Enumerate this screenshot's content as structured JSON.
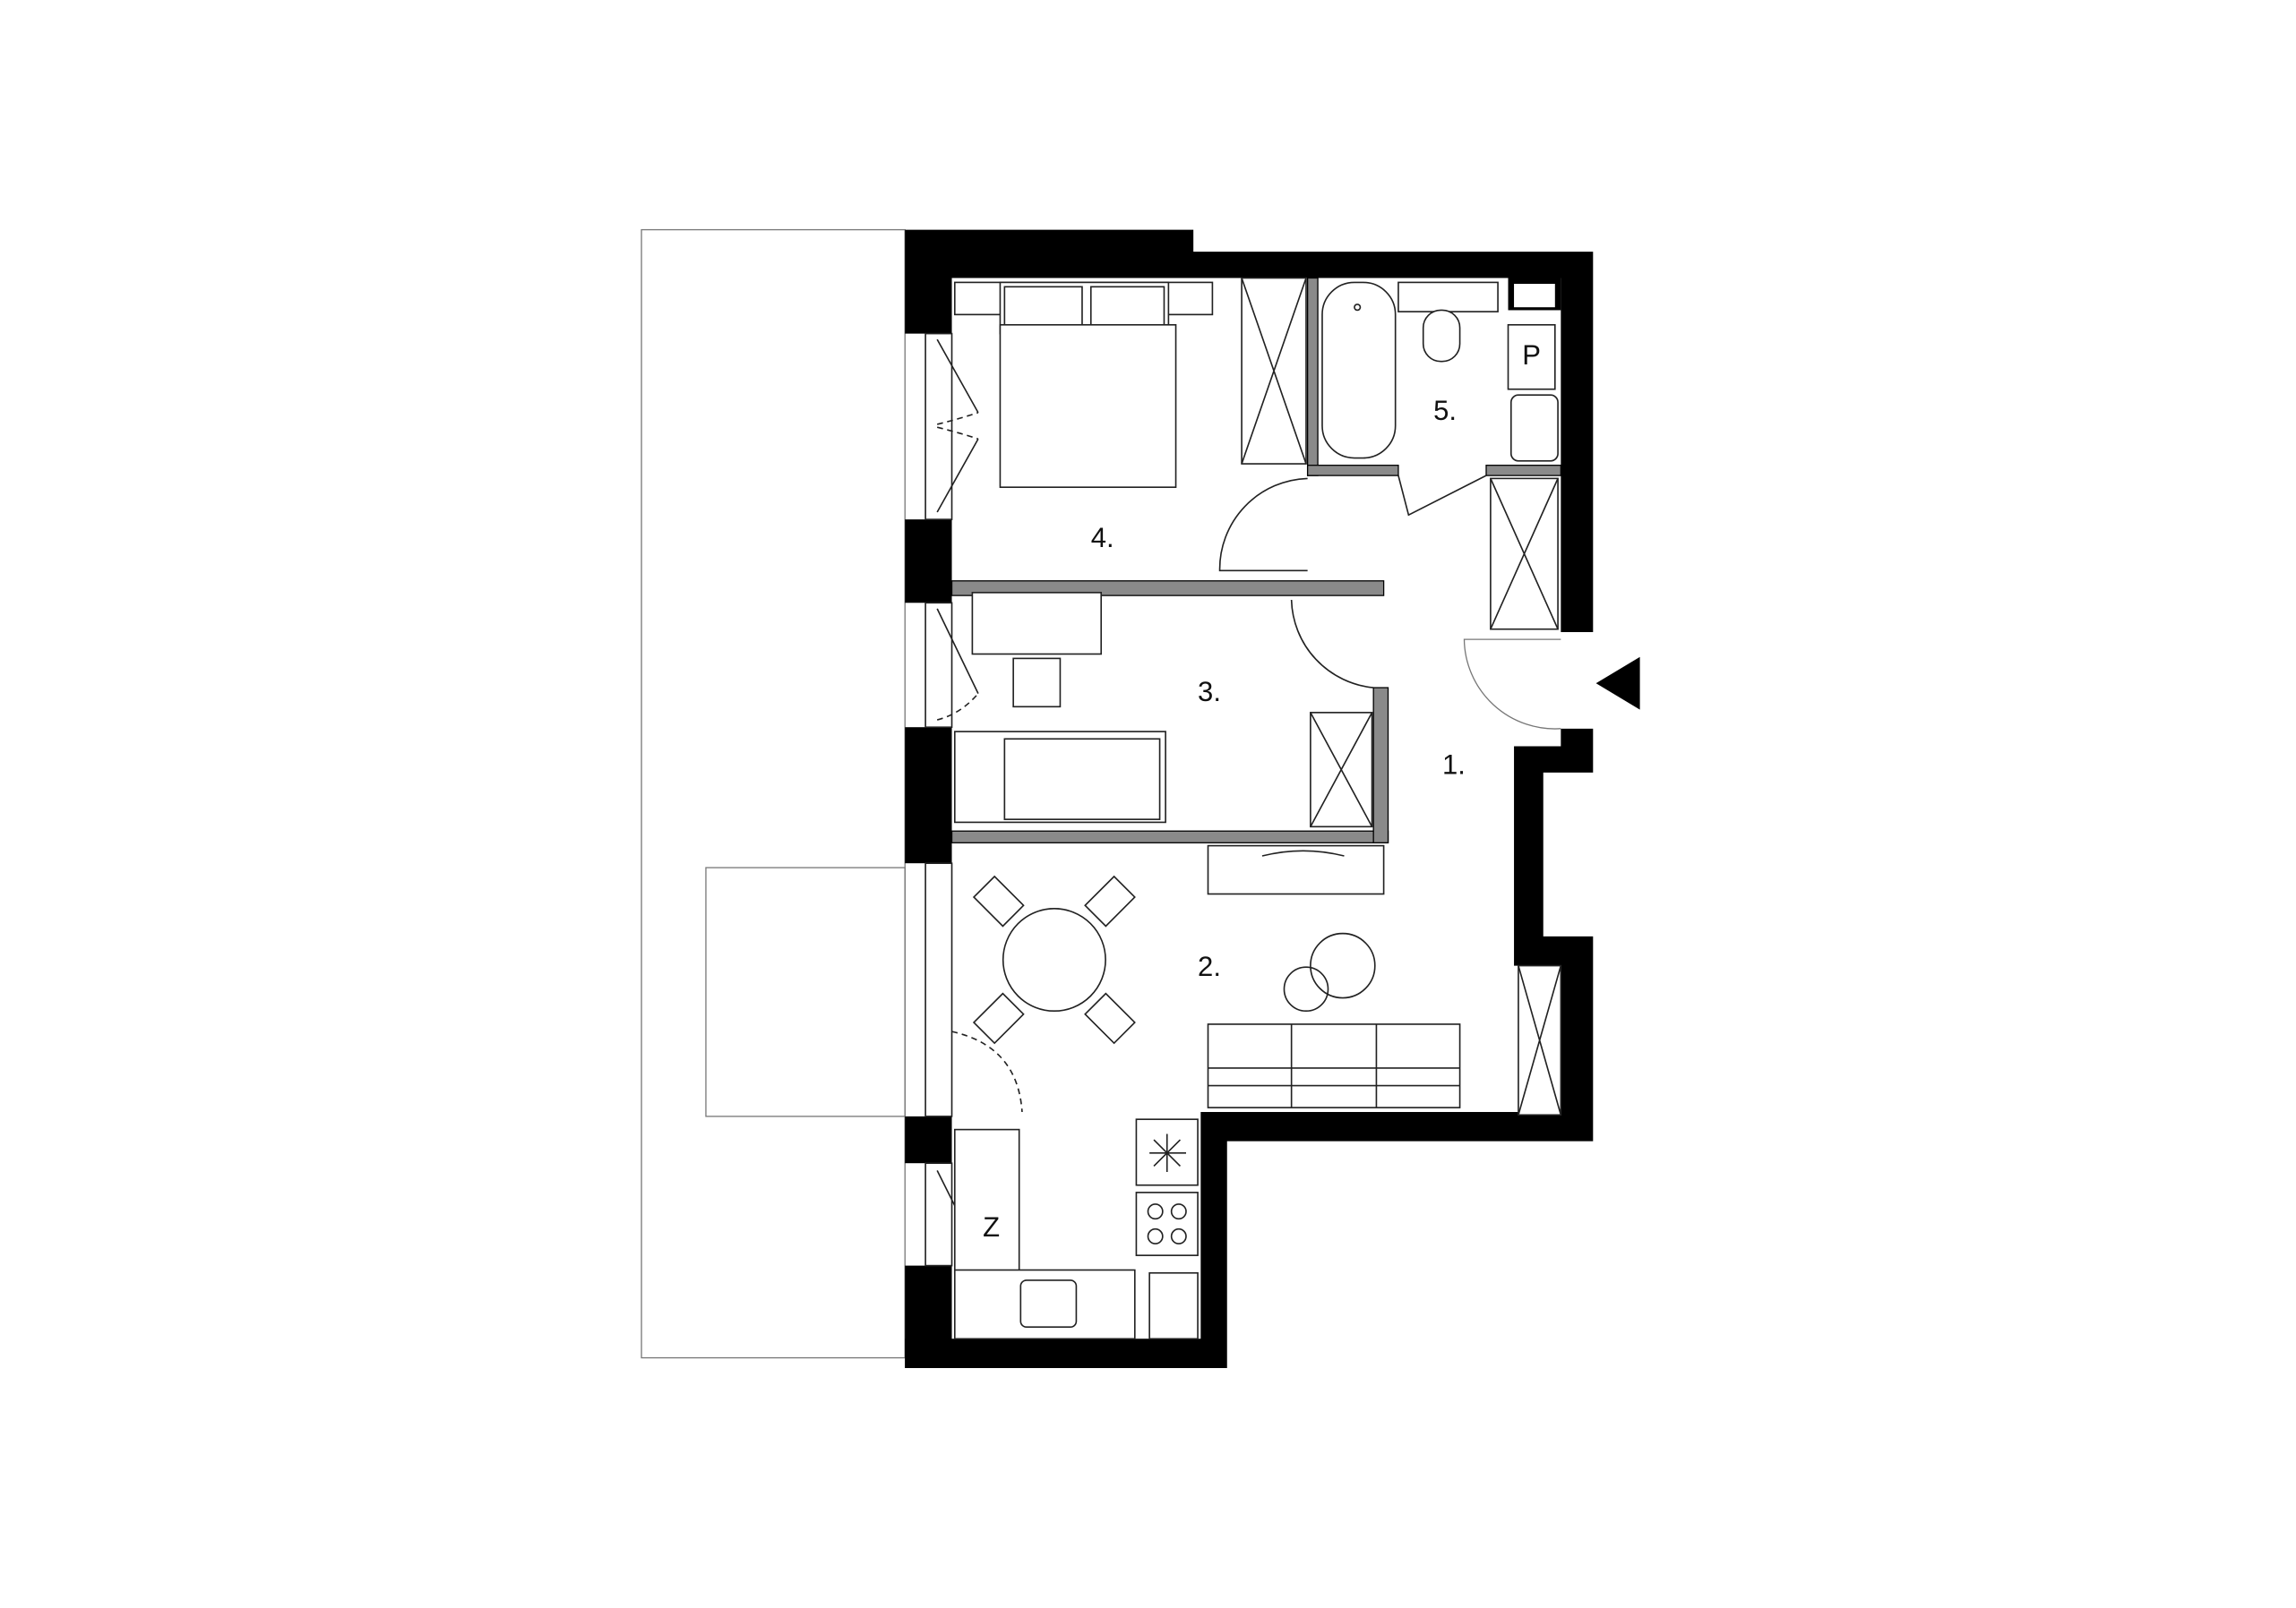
{
  "plan": {
    "type": "apartment floor plan",
    "wall_color": "#000000",
    "partition_color": "#8a8a8a",
    "rooms": [
      {
        "label": "1."
      },
      {
        "label": "2."
      },
      {
        "label": "3."
      },
      {
        "label": "4."
      },
      {
        "label": "5."
      }
    ],
    "icons": [
      "entrance-arrow-icon",
      "washing-machine-icon",
      "stove-icon",
      "fridge-icon",
      "sink-icon"
    ],
    "washer_letter": "P",
    "kitchen_letter": "Z"
  }
}
